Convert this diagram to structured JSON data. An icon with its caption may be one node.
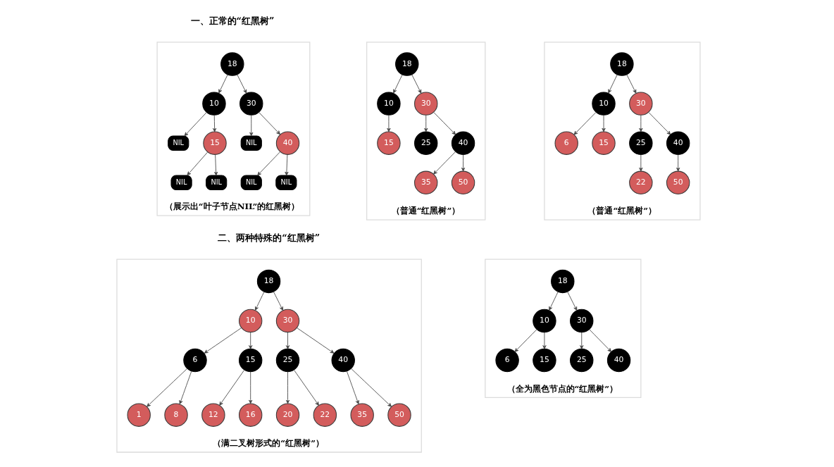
{
  "diagram": {
    "nodes": [
      {
        "text": [
          "（展示出“叶子节点NIL”的红黑树）"
        ]
      },
      {
        "text": [
          "18"
        ],
        "in": 0
      },
      {
        "text": [
          "10"
        ],
        "in": 0
      },
      {
        "text": [
          "30"
        ],
        "in": 0
      },
      {
        "text": [
          "NIL"
        ],
        "in": 0
      },
      {
        "text": [
          "15"
        ],
        "in": 0
      },
      {
        "text": [
          "NIL"
        ],
        "in": 0
      },
      {
        "text": [
          "40"
        ],
        "in": 0
      },
      {
        "text": [
          "NIL"
        ],
        "in": 0
      },
      {
        "text": [
          "NIL"
        ],
        "in": 0
      },
      {
        "text": [
          "NIL"
        ],
        "in": 0
      },
      {
        "text": [
          "NIL"
        ],
        "in": 0
      },
      {
        "text": [
          "（普通“红黑树”）"
        ]
      },
      {
        "text": [
          "18"
        ],
        "in": 12
      },
      {
        "text": [
          "10"
        ],
        "in": 12
      },
      {
        "text": [
          "30"
        ],
        "in": 12
      },
      {
        "text": [
          "15"
        ],
        "in": 12
      },
      {
        "text": [
          "25"
        ],
        "in": 12
      },
      {
        "text": [
          "40"
        ],
        "in": 12
      },
      {
        "text": [
          "35"
        ],
        "in": 12
      },
      {
        "text": [
          "50"
        ],
        "in": 12
      },
      {
        "text": [
          "（普通“红黑树”）"
        ]
      },
      {
        "text": [
          "18"
        ],
        "in": 21
      },
      {
        "text": [
          "10"
        ],
        "in": 21
      },
      {
        "text": [
          "30"
        ],
        "in": 21
      },
      {
        "text": [
          "6"
        ],
        "in": 21
      },
      {
        "text": [
          "15"
        ],
        "in": 21
      },
      {
        "text": [
          "25"
        ],
        "in": 21
      },
      {
        "text": [
          "40"
        ],
        "in": 21
      },
      {
        "text": [
          "22"
        ],
        "in": 21
      },
      {
        "text": [
          "50"
        ],
        "in": 21
      },
      {
        "text": [
          "（满二叉树形式的“红黑树”）"
        ]
      },
      {
        "text": [
          "18"
        ],
        "in": 31
      },
      {
        "text": [
          "10"
        ],
        "in": 31
      },
      {
        "text": [
          "30"
        ],
        "in": 31
      },
      {
        "text": [
          "6"
        ],
        "in": 31
      },
      {
        "text": [
          "15"
        ],
        "in": 31
      },
      {
        "text": [
          "25"
        ],
        "in": 31
      },
      {
        "text": [
          "40"
        ],
        "in": 31
      },
      {
        "text": [
          "1"
        ],
        "in": 31
      },
      {
        "text": [
          "8"
        ],
        "in": 31
      },
      {
        "text": [
          "12"
        ],
        "in": 31
      },
      {
        "text": [
          "16"
        ],
        "in": 31
      },
      {
        "text": [
          "20"
        ],
        "in": 31
      },
      {
        "text": [
          "22"
        ],
        "in": 31
      },
      {
        "text": [
          "35"
        ],
        "in": 31
      },
      {
        "text": [
          "50"
        ],
        "in": 31
      },
      {
        "text": [
          "（全为黑色节点的“红黑树”）"
        ]
      },
      {
        "text": [
          "18"
        ],
        "in": 47
      },
      {
        "text": [
          "10"
        ],
        "in": 47
      },
      {
        "text": [
          "30"
        ],
        "in": 47
      },
      {
        "text": [
          "6"
        ],
        "in": 47
      },
      {
        "text": [
          "15"
        ],
        "in": 47
      },
      {
        "text": [
          "25"
        ],
        "in": 47
      },
      {
        "text": [
          "40"
        ],
        "in": 47
      }
    ],
    "edges": [
      {
        "from": 1,
        "to": 2,
        "arrow": "to"
      },
      {
        "from": 1,
        "to": 3,
        "arrow": "to"
      },
      {
        "from": 2,
        "to": 4,
        "arrow": "to"
      },
      {
        "from": 2,
        "to": 5,
        "arrow": "to"
      },
      {
        "from": 3,
        "to": 6,
        "arrow": "to"
      },
      {
        "from": 3,
        "to": 7,
        "arrow": "to"
      },
      {
        "from": 5,
        "to": 8,
        "arrow": "to"
      },
      {
        "from": 5,
        "to": 9,
        "arrow": "to"
      },
      {
        "from": 7,
        "to": 10,
        "arrow": "to"
      },
      {
        "from": 7,
        "to": 11,
        "arrow": "to"
      },
      {
        "from": 13,
        "to": 14,
        "arrow": "to"
      },
      {
        "from": 13,
        "to": 15,
        "arrow": "to"
      },
      {
        "from": 14,
        "to": 16,
        "arrow": "to"
      },
      {
        "from": 15,
        "to": 17,
        "arrow": "to"
      },
      {
        "from": 15,
        "to": 18,
        "arrow": "to"
      },
      {
        "from": 18,
        "to": 19,
        "arrow": "to"
      },
      {
        "from": 18,
        "to": 20,
        "arrow": "to"
      },
      {
        "from": 22,
        "to": 23,
        "arrow": "to"
      },
      {
        "from": 22,
        "to": 24,
        "arrow": "to"
      },
      {
        "from": 23,
        "to": 25,
        "arrow": "to"
      },
      {
        "from": 23,
        "to": 26,
        "arrow": "to"
      },
      {
        "from": 24,
        "to": 27,
        "arrow": "to"
      },
      {
        "from": 24,
        "to": 28,
        "arrow": "to"
      },
      {
        "from": 27,
        "to": 29,
        "arrow": "to"
      },
      {
        "from": 28,
        "to": 30,
        "arrow": "to"
      },
      {
        "from": 32,
        "to": 33,
        "arrow": "to"
      },
      {
        "from": 32,
        "to": 34,
        "arrow": "to"
      },
      {
        "from": 33,
        "to": 35,
        "arrow": "to"
      },
      {
        "from": 33,
        "to": 36,
        "arrow": "to"
      },
      {
        "from": 34,
        "to": 37,
        "arrow": "to"
      },
      {
        "from": 34,
        "to": 38,
        "arrow": "to"
      },
      {
        "from": 35,
        "to": 39,
        "arrow": "to"
      },
      {
        "from": 35,
        "to": 40,
        "arrow": "to"
      },
      {
        "from": 36,
        "to": 41,
        "arrow": "to"
      },
      {
        "from": 36,
        "to": 42,
        "arrow": "to"
      },
      {
        "from": 37,
        "to": 43,
        "arrow": "to"
      },
      {
        "from": 37,
        "to": 44,
        "arrow": "to"
      },
      {
        "from": 38,
        "to": 45,
        "arrow": "to"
      },
      {
        "from": 38,
        "to": 46,
        "arrow": "to"
      },
      {
        "from": 48,
        "to": 49,
        "arrow": "to"
      },
      {
        "from": 48,
        "to": 50,
        "arrow": "to"
      },
      {
        "from": 49,
        "to": 51,
        "arrow": "to"
      },
      {
        "from": 49,
        "to": 52,
        "arrow": "to"
      },
      {
        "from": 50,
        "to": 53,
        "arrow": "to"
      },
      {
        "from": 50,
        "to": 54,
        "arrow": "to"
      }
    ],
    "labels": [
      "一、正常的“红黑树”",
      "二、两种特殊的“红黑树”"
    ]
  }
}
